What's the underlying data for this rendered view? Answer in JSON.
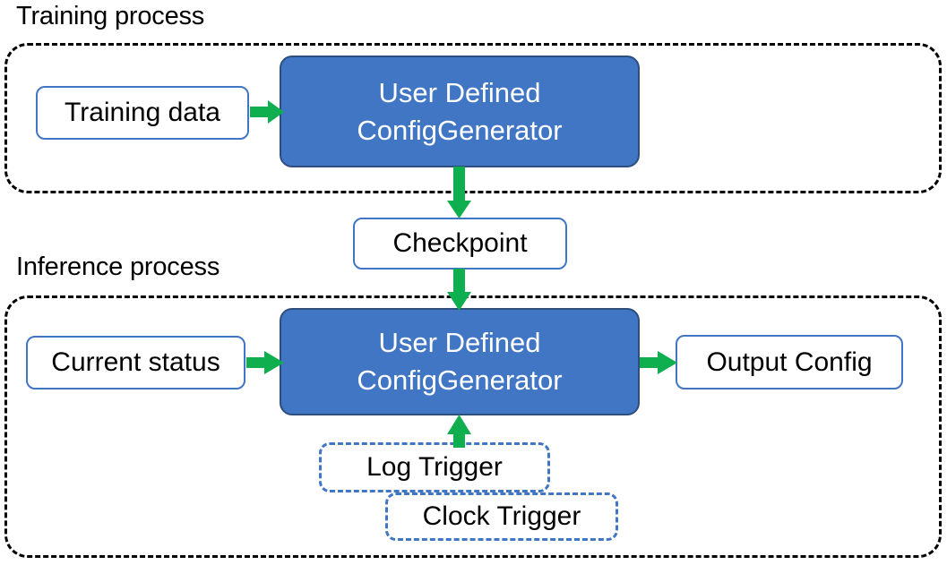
{
  "diagram": {
    "title_training": "Training process",
    "title_inference": "Inference process",
    "colors": {
      "accent_blue": "#4176C4",
      "blue_border": "#2E4E7E",
      "arrow_green": "#0FAE4E",
      "container_dash": "#000000",
      "background": "#FFFFFF",
      "text_dark": "#000000",
      "text_light": "#FFFFFF"
    },
    "training": {
      "label": "Training process",
      "nodes": {
        "training_data": "Training data",
        "generator": "User Defined\nConfigGenerator",
        "generator_line1": "User Defined",
        "generator_line2": "ConfigGenerator"
      }
    },
    "checkpoint": {
      "label": "Checkpoint"
    },
    "inference": {
      "label": "Inference process",
      "nodes": {
        "current_status": "Current status",
        "generator_line1": "User Defined",
        "generator_line2": "ConfigGenerator",
        "output_config": "Output Config",
        "log_trigger": "Log Trigger",
        "clock_trigger": "Clock Trigger"
      }
    },
    "edges": [
      {
        "name": "training-data-to-generator",
        "from": "Training data",
        "to": "User Defined ConfigGenerator",
        "direction": "right"
      },
      {
        "name": "generator-to-checkpoint",
        "from": "User Defined ConfigGenerator",
        "to": "Checkpoint",
        "direction": "down"
      },
      {
        "name": "checkpoint-to-inference-generator",
        "from": "Checkpoint",
        "to": "User Defined ConfigGenerator",
        "direction": "down"
      },
      {
        "name": "current-status-to-generator",
        "from": "Current status",
        "to": "User Defined ConfigGenerator",
        "direction": "right"
      },
      {
        "name": "generator-to-output-config",
        "from": "User Defined ConfigGenerator",
        "to": "Output Config",
        "direction": "right"
      },
      {
        "name": "triggers-to-generator",
        "from": "Log Trigger / Clock Trigger",
        "to": "User Defined ConfigGenerator",
        "direction": "up"
      }
    ]
  }
}
